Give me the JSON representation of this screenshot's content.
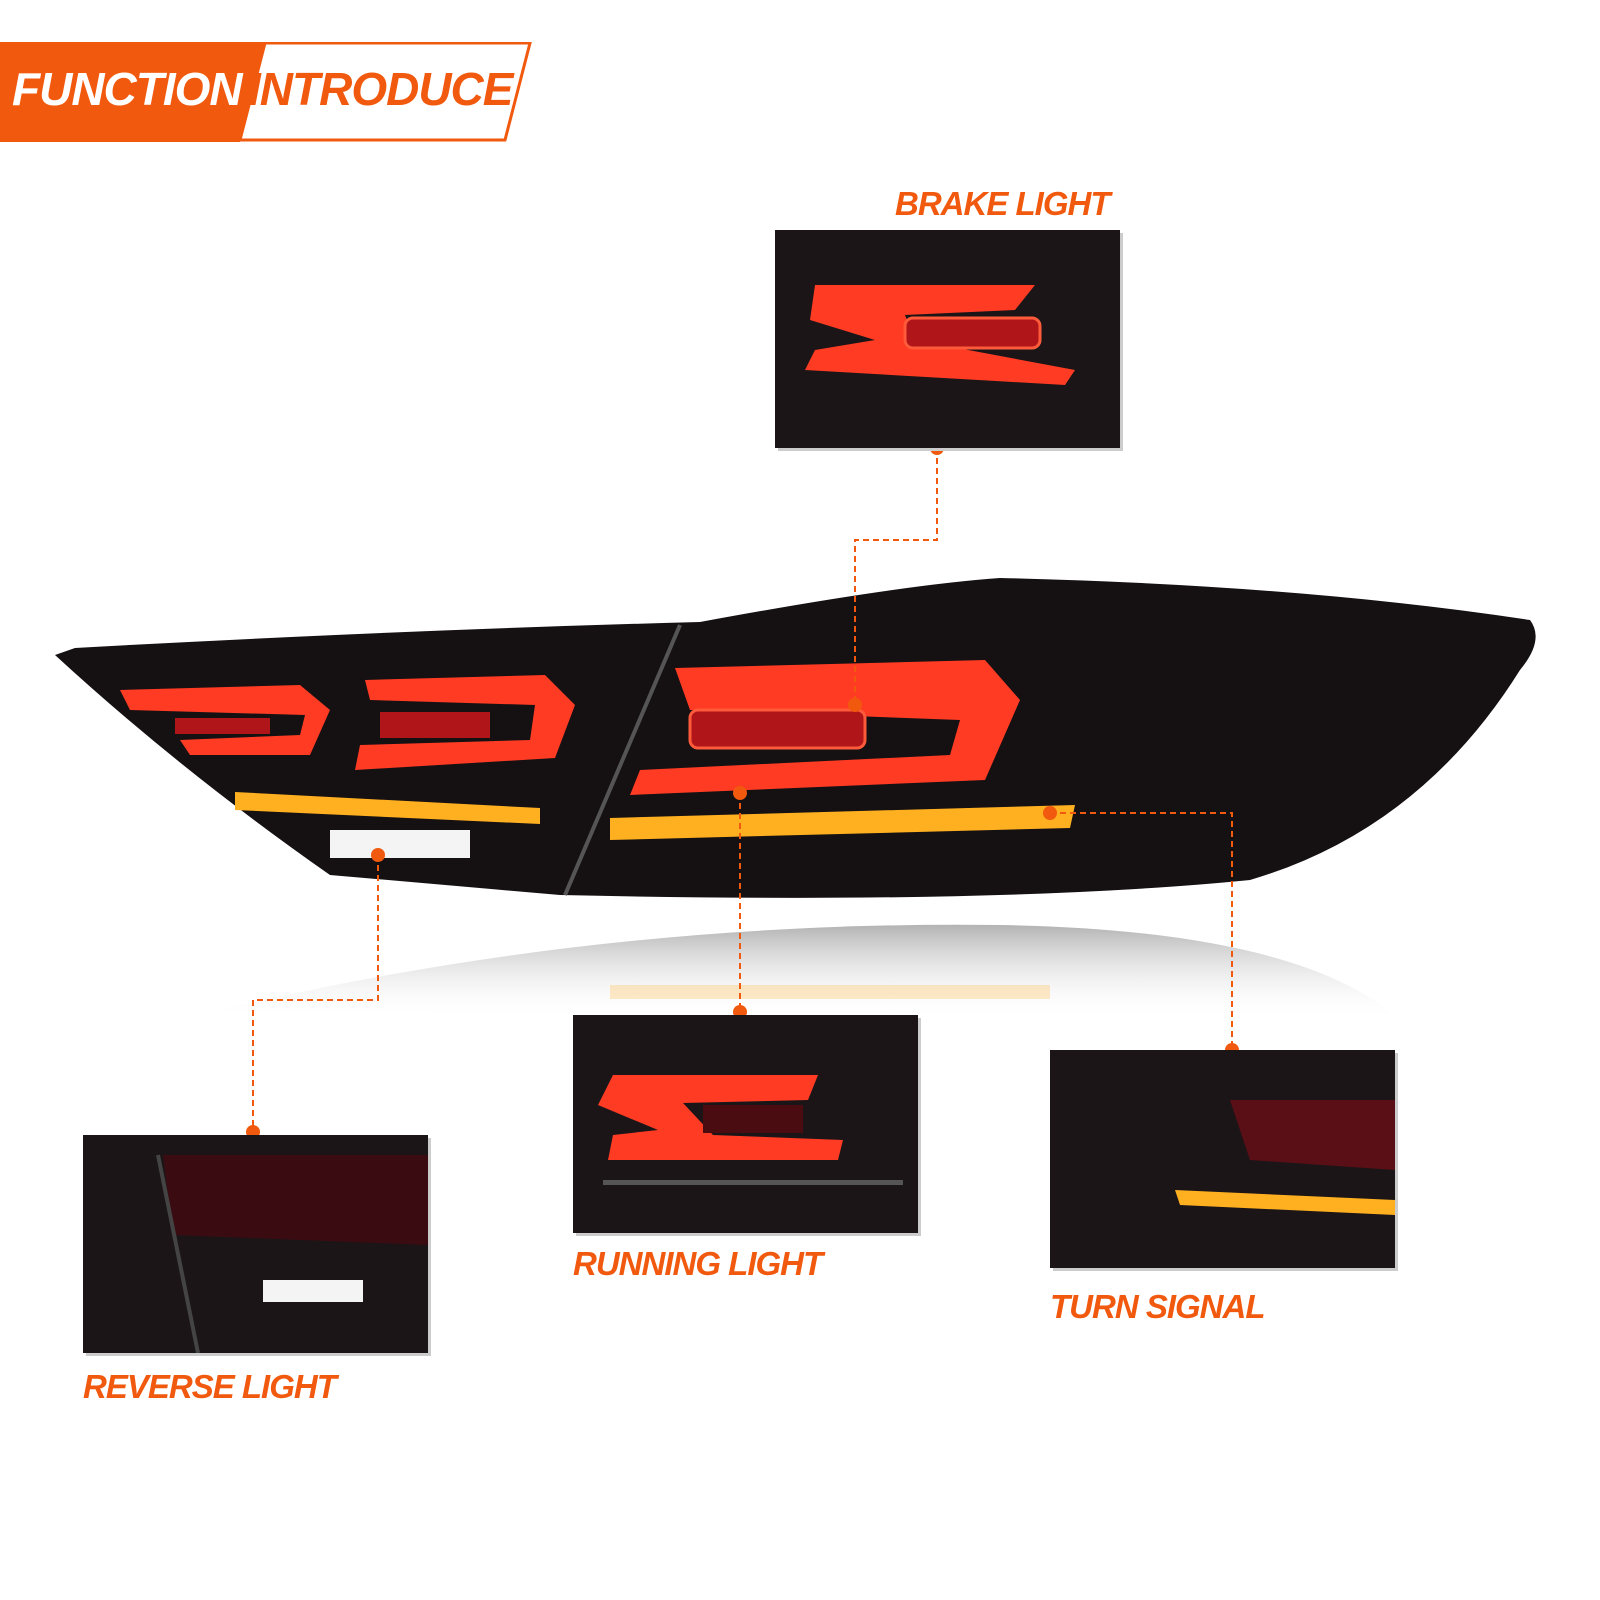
{
  "header": {
    "part1": "FUNCTION",
    "part2": "INTRODUCE"
  },
  "callouts": [
    {
      "label": "BRAKE LIGHT"
    },
    {
      "label": "RUNNING LIGHT"
    },
    {
      "label": "TURN SIGNAL"
    },
    {
      "label": "REVERSE LIGHT"
    }
  ],
  "colors": {
    "accent": "#f15a0e",
    "light_red": "#ff3b24",
    "amber": "#ffb020",
    "housing": "#151012"
  }
}
